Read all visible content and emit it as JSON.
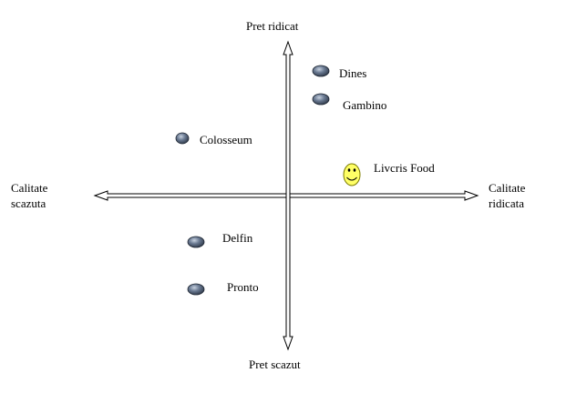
{
  "diagram": {
    "axes": {
      "top": "Pret ridicat",
      "bottom": "Pret scazut",
      "left_line1": "Calitate",
      "left_line2": "scazuta",
      "right_line1": "Calitate",
      "right_line2": "ridicata"
    },
    "competitors": [
      {
        "label": "Dines"
      },
      {
        "label": "Gambino"
      },
      {
        "label": "Colosseum"
      },
      {
        "label": "Livcris Food"
      },
      {
        "label": "Delfin"
      },
      {
        "label": "Pronto"
      }
    ],
    "colors": {
      "marker_fill": "#4a5a72",
      "marker_highlight": "#c8d2e0",
      "smiley_fill": "#ffff66",
      "axis_fill": "#ffffff",
      "axis_stroke": "#000000"
    },
    "icons": {
      "competitor_marker": "oval-marker-icon",
      "own_brand_marker": "smiley-face-icon"
    }
  }
}
